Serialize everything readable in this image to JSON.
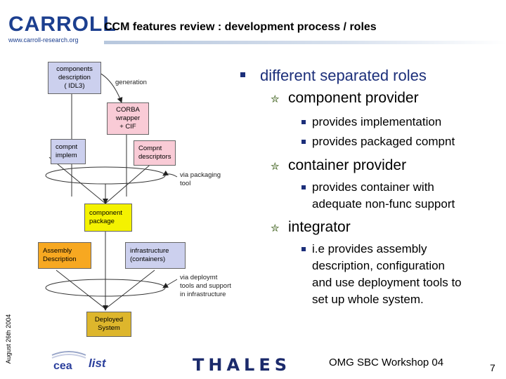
{
  "header": {
    "logo_word": "CARROLL",
    "logo_url": "www.carroll-research.org",
    "title": "CCM features review : development process / roles"
  },
  "diagram": {
    "boxes": {
      "components_description": "components\ndescription\n( IDL3)",
      "corba_wrapper": "CORBA\nwrapper\n+ CIF",
      "compnt_implem": "compnt\nimplem",
      "compnt_descriptors": "Compnt\ndescriptors",
      "component_package": "component\npackage",
      "assembly_description": "Assembly\nDescription",
      "infrastructure": "infrastructure\n(containers)",
      "deployed_system": "Deployed\nSystem"
    },
    "notes": {
      "generation": "generation",
      "via_packaging": "via packaging\ntool",
      "via_deployment": "via deploymt\ntools and support\nin infrastructure"
    },
    "colors": {
      "lavender": "#ccd0ee",
      "pink": "#f9cbd6",
      "yellow": "#f4f200",
      "orange": "#f7a821",
      "deployed": "#ddb62c"
    }
  },
  "bullets": {
    "main": "different separated roles",
    "roles": [
      {
        "label": "component provider",
        "items": [
          "provides implementation",
          "provides packaged compnt"
        ]
      },
      {
        "label": "container provider",
        "items": [
          "provides container with\nadequate non-func support"
        ]
      },
      {
        "label": "integrator",
        "items": [
          "i.e provides assembly\ndescription, configuration\nand use deployment tools to\nset up whole system."
        ]
      }
    ]
  },
  "footer": {
    "date": "August 26th 2004",
    "logo_cea": "cea",
    "logo_list": "list",
    "logo_thales": "THALES",
    "event": "OMG SBC Workshop 04",
    "page_number": "7"
  }
}
